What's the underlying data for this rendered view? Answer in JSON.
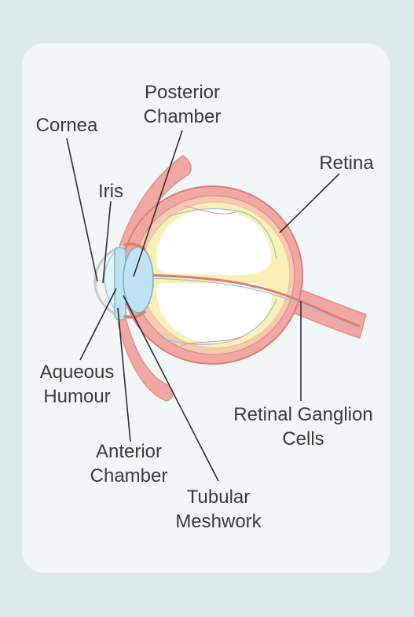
{
  "labels": {
    "posterior_chamber": [
      "Posterior",
      "Chamber"
    ],
    "cornea": [
      "Cornea"
    ],
    "iris": [
      "Iris"
    ],
    "retina": [
      "Retina"
    ],
    "aqueous_humour": [
      "Aqueous",
      "Humour"
    ],
    "retinal_ganglion_cells": [
      "Retinal Ganglion",
      "Cells"
    ],
    "anterior_chamber": [
      "Anterior",
      "Chamber"
    ],
    "tubular_meshwork": [
      "Tubular",
      "Meshwork"
    ]
  },
  "colors": {
    "background": "#dcebea",
    "card": "#f1f7f7",
    "sclera": "#f1a8a3",
    "sclera_dark": "#e07c76",
    "choroid": "#f6c9b7",
    "retina_yellow": "#f8f0b4",
    "vitreous": "#ffffff",
    "lens": "#bfe3f2",
    "leader_line": "#2f2f2f"
  }
}
